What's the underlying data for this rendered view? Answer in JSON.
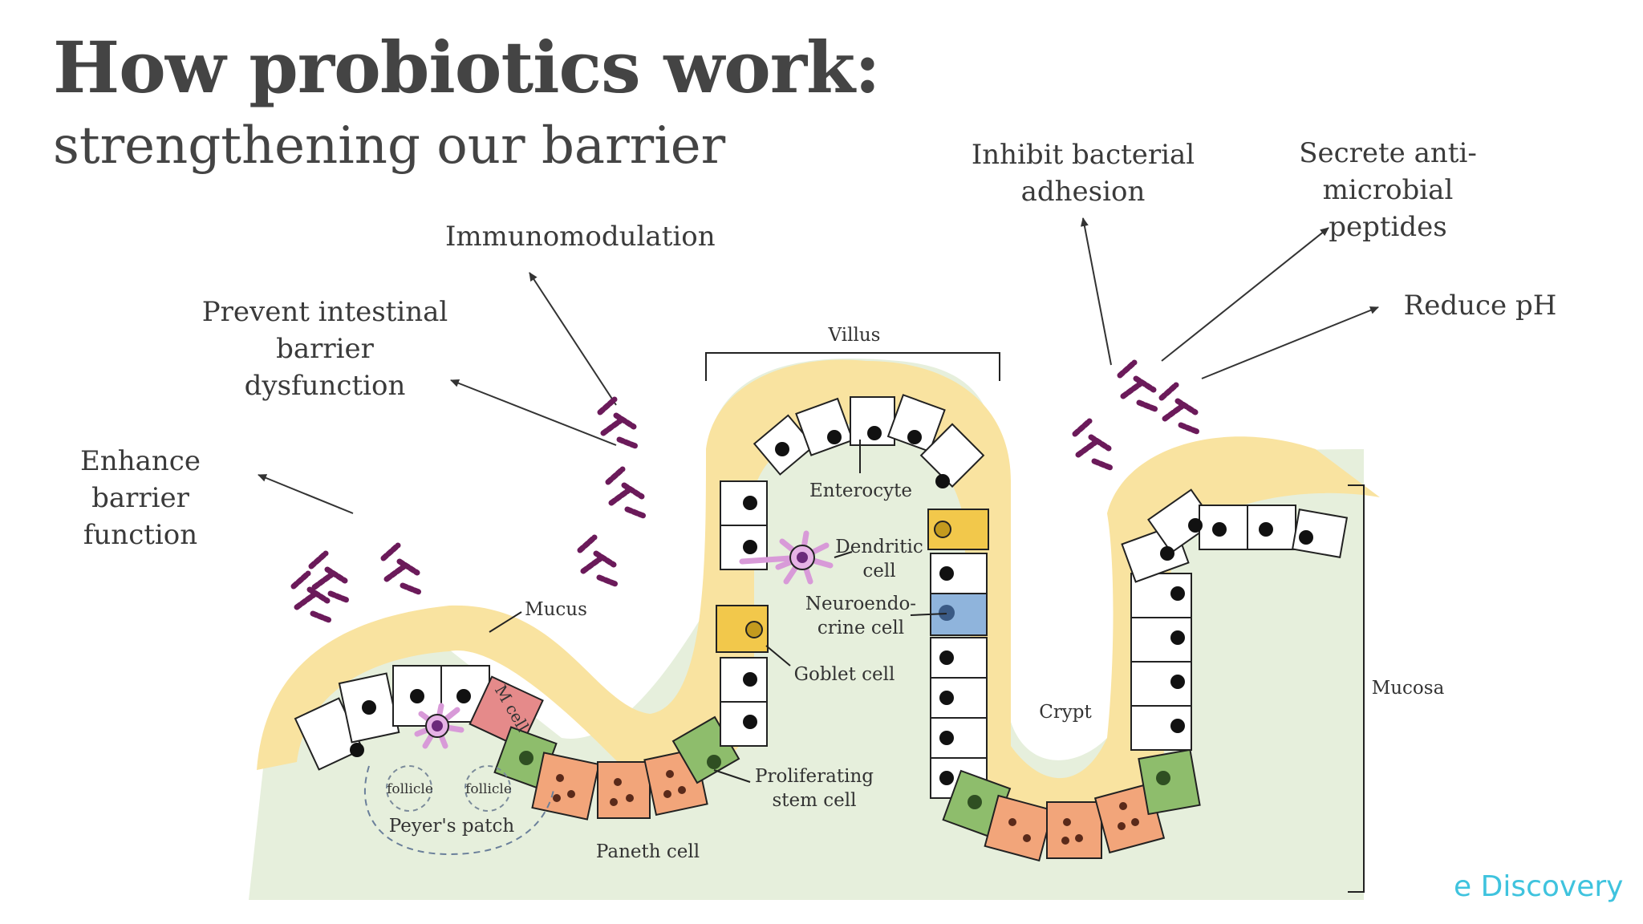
{
  "title": "How probiotics work:",
  "subtitle": "strengthening our barrier",
  "effects": {
    "enhance": "Enhance barrier\nfunction",
    "prevent": "Prevent intestinal\nbarrier dysfunction",
    "immuno": "Immunomodulation",
    "inhibit": "Inhibit bacterial\nadhesion",
    "secrete": "Secrete anti-\nmicrobial peptides",
    "ph": "Reduce pH"
  },
  "labels": {
    "villus": "Villus",
    "enterocyte": "Enterocyte",
    "dendritic": "Dendritic\ncell",
    "neuro": "Neuroendo-\ncrine cell",
    "goblet": "Goblet cell",
    "mucus": "Mucus",
    "mcell": "M cell",
    "follicle1": "follicle",
    "follicle2": "follicle",
    "peyers": "Peyer's patch",
    "paneth": "Paneth cell",
    "stem": "Proliferating\nstem cell",
    "crypt": "Crypt",
    "mucosa": "Mucosa"
  },
  "watermark": "e Discovery",
  "colors": {
    "title": "#444444",
    "mucus": "#f9e3a0",
    "mucosa": "#e6efdc",
    "paneth": "#f2a57a",
    "stem": "#8ebd6c",
    "goblet": "#f2c84b",
    "mcell": "#e58a8a",
    "neuro": "#8fb4dc",
    "dendritic": "#e6b3e6",
    "bacteria": "#6b1a5a",
    "watermark": "#3fc3de"
  }
}
